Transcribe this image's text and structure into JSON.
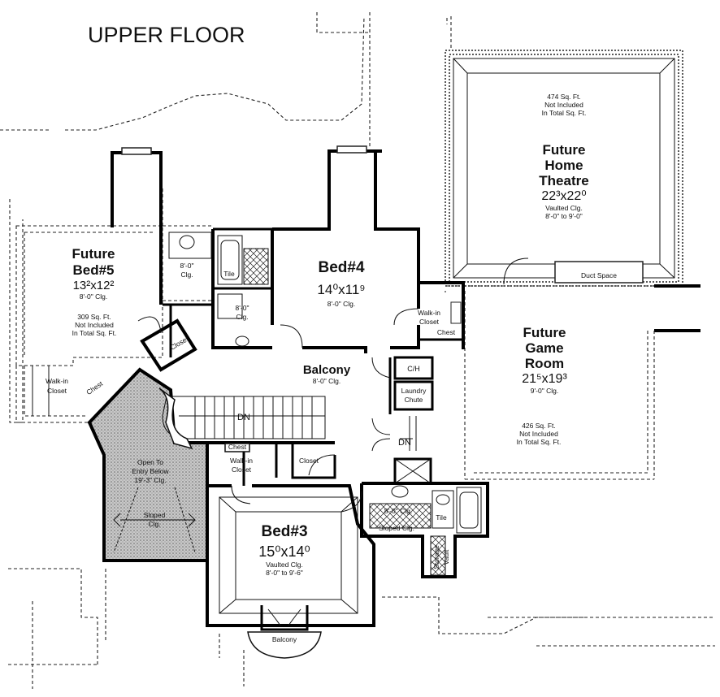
{
  "title": "UPPER FLOOR",
  "rooms": {
    "bed5": {
      "name": "Future Bed#5",
      "name_line1": "Future",
      "name_line2": "Bed#5",
      "size": "13²x12²",
      "clg": "8'-0\" Clg.",
      "note1": "309 Sq. Ft.",
      "note2": "Not Included",
      "note3": "In Total Sq. Ft."
    },
    "bed4": {
      "name": "Bed#4",
      "size": "14⁰x11⁹",
      "clg": "8'-0\" Clg."
    },
    "theatre": {
      "name_line1": "Future",
      "name_line2": "Home",
      "name_line3": "Theatre",
      "size": "22³x22⁰",
      "clg1": "Vaulted Clg.",
      "clg2": "8'-0\" to 9'-0\"",
      "note1": "474 Sq. Ft.",
      "note2": "Not Included",
      "note3": "In Total Sq. Ft."
    },
    "game": {
      "name_line1": "Future",
      "name_line2": "Game",
      "name_line3": "Room",
      "size": "21⁵x19³",
      "clg": "9'-0\" Clg.",
      "note1": "426 Sq. Ft.",
      "note2": "Not Included",
      "note3": "In Total Sq. Ft."
    },
    "bed3": {
      "name": "Bed#3",
      "size": "15⁰x14⁰",
      "clg1": "Vaulted Clg.",
      "clg2": "8'-0\" to 9'-6\""
    },
    "balcony": {
      "name": "Balcony",
      "clg": "8'-0\" Clg."
    },
    "open": {
      "line1": "Open To",
      "line2": "Entry Below",
      "line3": "19'-3\" Clg."
    }
  },
  "labels": {
    "closet": "Closet",
    "walkin1": "Walk-in",
    "walkin2": "Closet",
    "chest": "Chest",
    "tile": "Tile",
    "clg8": "8'-0\"",
    "clg": "Clg.",
    "ch": "C/H",
    "laundry1": "Laundry",
    "laundry2": "Chute",
    "dn": "DN",
    "duct": "Duct Space",
    "sloped1": "Sloped",
    "sloped_clg": "Sloped Clg.",
    "clg8full": "8'-0\" Clg.",
    "storage1": "Storage",
    "storage2": "Vault",
    "balcony_small": "Balcony"
  }
}
